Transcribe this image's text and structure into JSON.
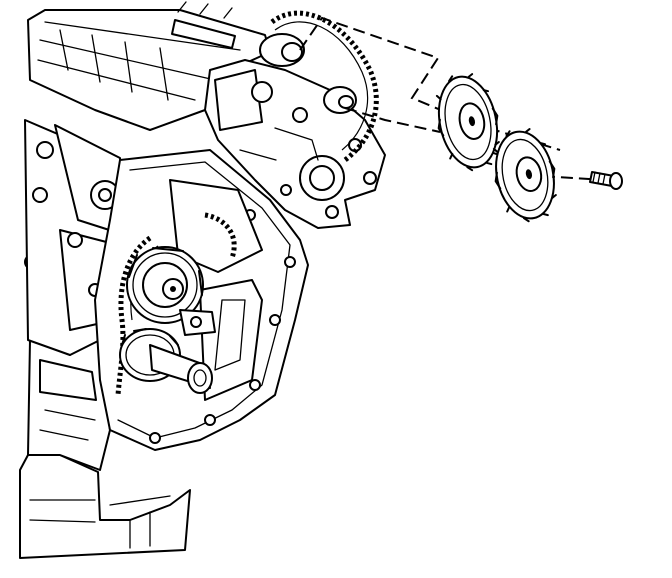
{
  "diagram": {
    "colors": {
      "ink": "#000000",
      "paper": "#ffffff"
    },
    "parts": [
      "engine-block",
      "left-cylinder-head",
      "right-cylinder-head",
      "timing-chain-right",
      "timing-chain-left",
      "intermediate-sprocket",
      "crankshaft-sprocket",
      "crankshaft-nose",
      "camshaft-sprocket-exhaust",
      "camshaft-sprocket-intake",
      "sprocket-bolt",
      "oil-pan"
    ]
  }
}
